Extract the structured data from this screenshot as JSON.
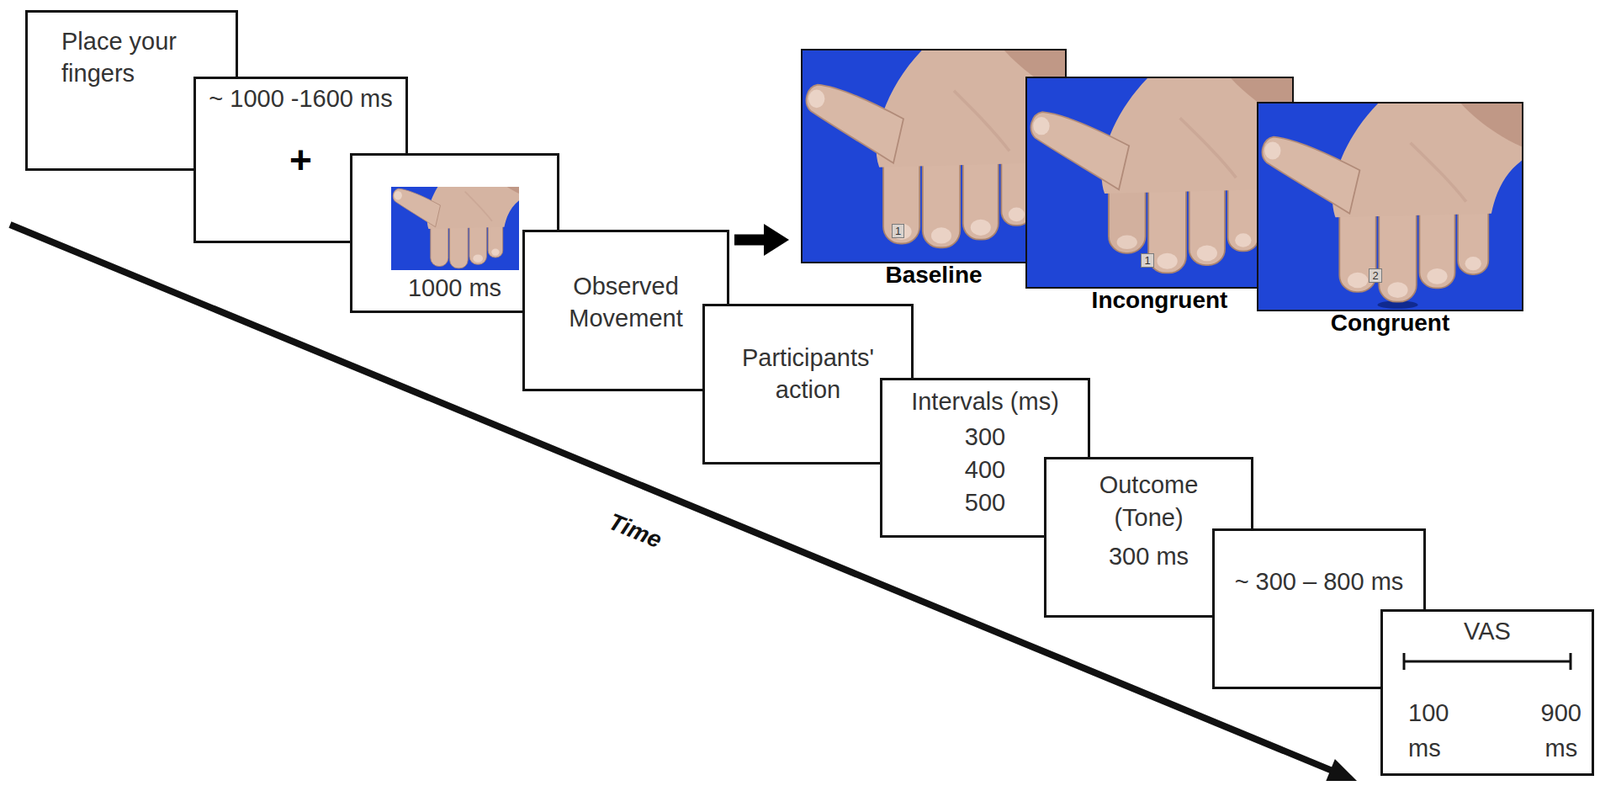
{
  "diagram": {
    "nodes": [
      {
        "text": [
          "Place your fingers"
        ]
      },
      {
        "text": [
          "~ 1000 -1600 ms",
          "+"
        ]
      },
      {
        "text": [
          "1000 ms"
        ]
      },
      {
        "text": [
          "Observed Movement"
        ]
      },
      {
        "text": [
          "Participants' action"
        ]
      },
      {
        "text": [
          "Intervals (ms)",
          "300 400 500"
        ]
      },
      {
        "text": [
          "Outcome (Tone)",
          "300 ms"
        ]
      },
      {
        "text": [
          "~ 300 – 800 ms"
        ]
      },
      {
        "text": [
          "VAS",
          "100 ms",
          "900 ms"
        ]
      },
      {
        "text": [
          "1",
          "Baseline"
        ]
      },
      {
        "text": [
          "1",
          "Incongruent"
        ]
      },
      {
        "text": [
          "2",
          "Congruent"
        ]
      }
    ],
    "edges": [
      {
        "from": 3,
        "to": 9,
        "arrow": "to"
      }
    ],
    "labels": [
      "Time"
    ]
  }
}
